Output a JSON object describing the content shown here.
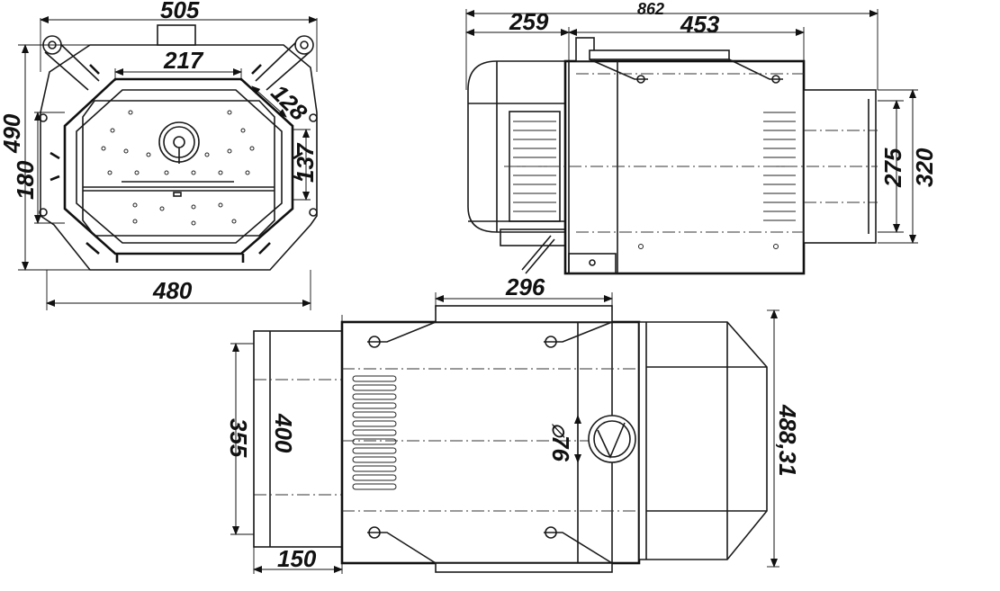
{
  "front_view": {
    "top_width": "505",
    "inner_width": "217",
    "chamfer": "128",
    "height": "490",
    "inner_height": "180",
    "door_height": "137",
    "bottom_width": "480"
  },
  "side_view": {
    "total_length": "862",
    "head_length": "259",
    "body_length": "453",
    "tube_inner": "275",
    "tube_outer": "320"
  },
  "top_view": {
    "bracket_spacing": "296",
    "tube_inner": "355",
    "tube_outer": "400",
    "tube_length": "150",
    "inlet_diameter": "76",
    "inlet_symbol": "∅",
    "total_width": "488,31"
  }
}
